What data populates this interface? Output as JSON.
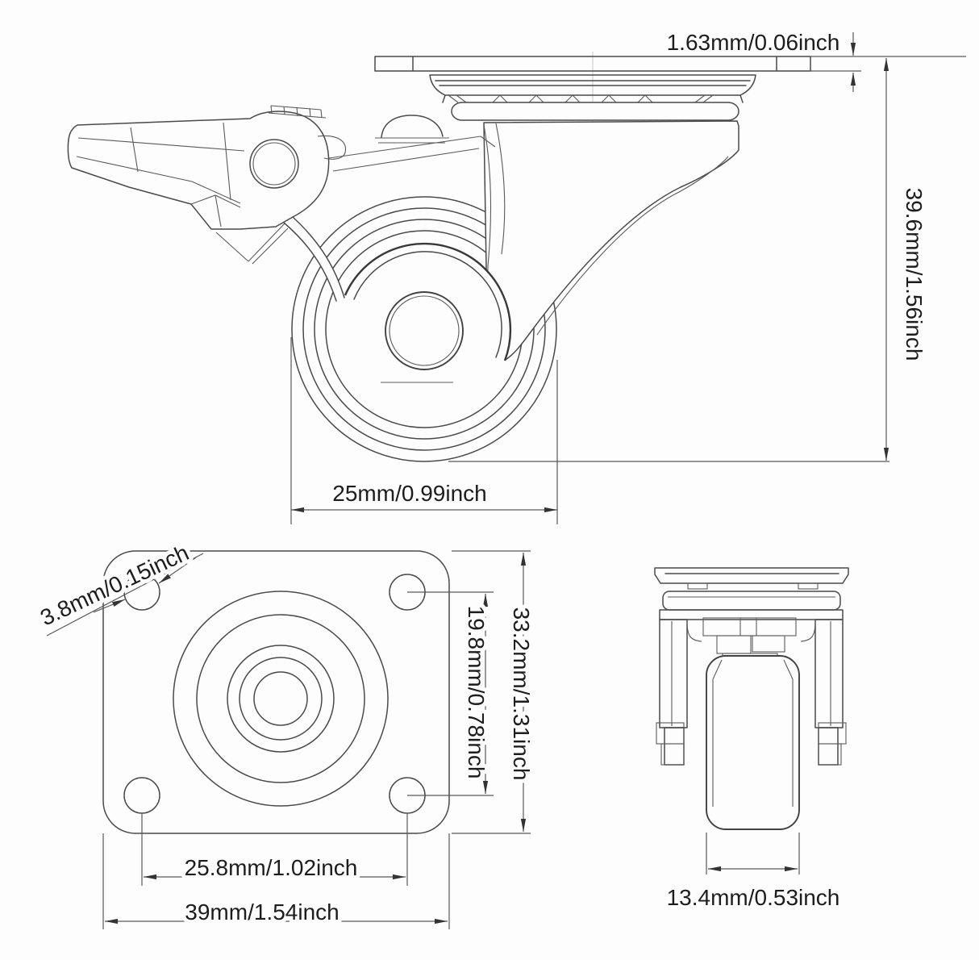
{
  "colors": {
    "background": "#fdfdfd",
    "line": "#4a4a4a",
    "dimension_line": "#585858",
    "text": "#1d1d1d"
  },
  "side_view": {
    "plate_thickness_label": "1.63mm/0.06inch",
    "overall_height_label": "39.6mm/1.56inch",
    "wheel_diameter_label": "25mm/0.99inch"
  },
  "plate_view": {
    "hole_diameter_label": "3.8mm/0.15inch",
    "hole_pitch_vertical_label": "19.8mm/0.78inch",
    "plate_length_label": "33.2mm/1.31inch",
    "hole_pitch_horizontal_label": "25.8mm/1.02inch",
    "plate_width_label": "39mm/1.54inch"
  },
  "front_view": {
    "wheel_width_label": "13.4mm/0.53inch"
  }
}
